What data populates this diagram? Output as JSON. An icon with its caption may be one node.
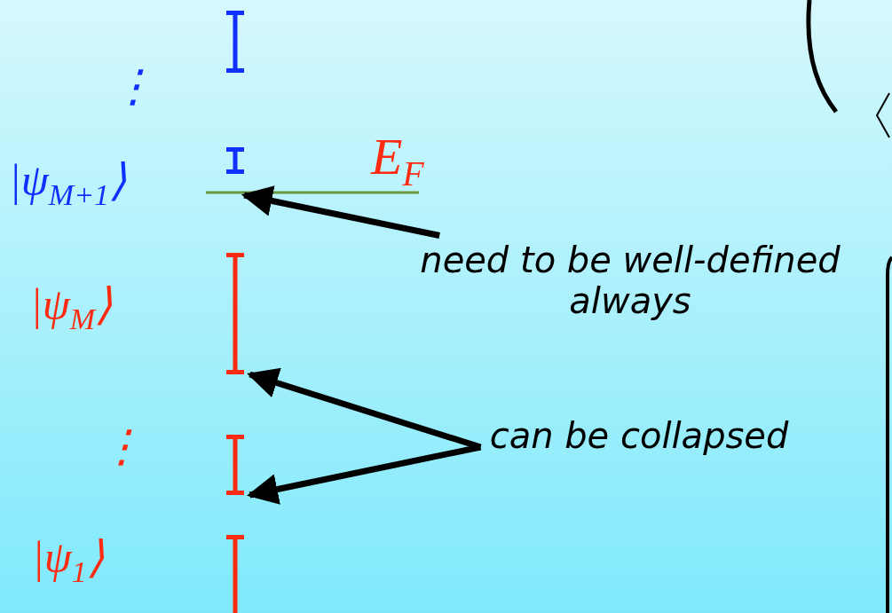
{
  "diagram": {
    "nodes": [
      {
        "text": [],
        "shape": "bar"
      },
      {
        "text": [],
        "shape": "bar"
      },
      {
        "text": [],
        "shape": "bar",
        "beside": [
          "E$_{F}$"
        ]
      },
      {
        "text": [
          "need to be well-defined always"
        ]
      },
      {
        "text": [],
        "shape": "bar"
      },
      {
        "text": [
          "can be collapsed"
        ]
      },
      {
        "text": [],
        "shape": "bar"
      },
      {
        "text": [],
        "shape": "bar"
      }
    ],
    "edges": [
      {
        "from": 3,
        "to": 2,
        "arrow": "to"
      },
      {
        "from": 5,
        "to": 4,
        "arrow": "to"
      },
      {
        "from": 5,
        "to": 6,
        "arrow": "to"
      }
    ],
    "labels": [
      "⋮",
      "|ψ$_{M+1}$⟩",
      "|ψ$_{M}$⟩",
      "⋮",
      "|ψ$_{1}$⟩"
    ]
  }
}
